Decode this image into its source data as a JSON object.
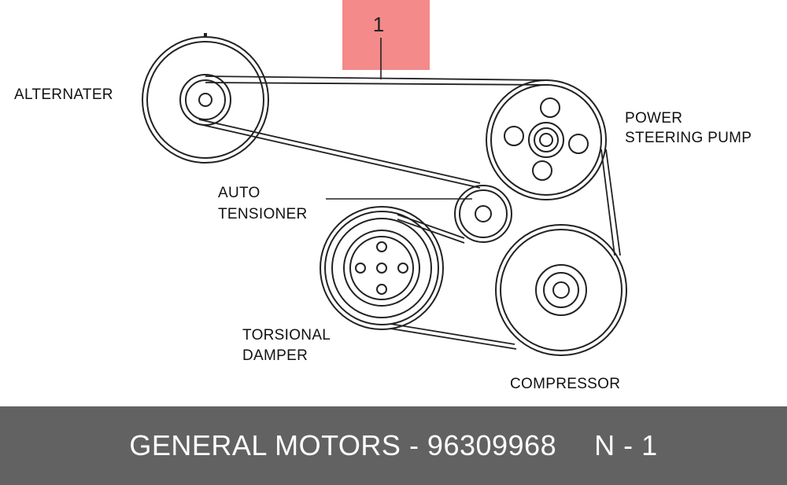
{
  "callout": {
    "number": "1",
    "color": "#f48a8a"
  },
  "labels": {
    "alternater": "ALTERNATER",
    "power_steering_1": "POWER",
    "power_steering_2": "STEERING PUMP",
    "auto_tensioner_1": "AUTO",
    "auto_tensioner_2": "TENSIONER",
    "torsional_damper_1": "TORSIONAL",
    "torsional_damper_2": "DAMPER",
    "compressor": "COMPRESSOR"
  },
  "footer": {
    "brand_part": "GENERAL MOTORS - 96309968",
    "position": "N - 1",
    "background": "#626262"
  }
}
